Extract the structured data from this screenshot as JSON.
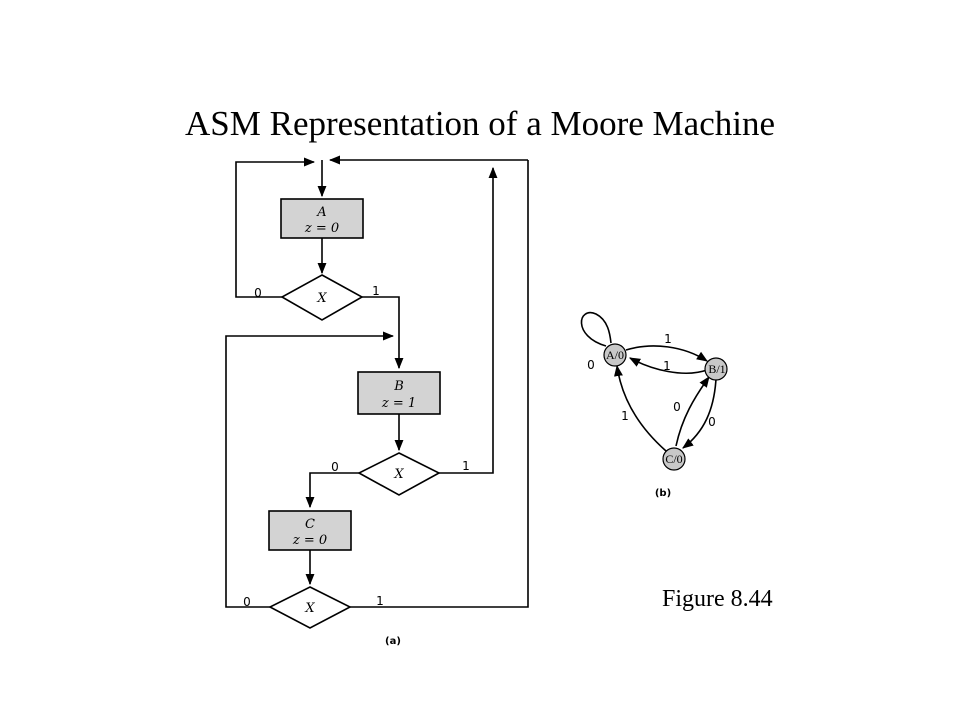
{
  "title": "ASM Representation of a Moore Machine",
  "caption": "Figure 8.44",
  "asm": {
    "sublabel": "(a)",
    "states": [
      {
        "name": "A",
        "output": "z = 0"
      },
      {
        "name": "B",
        "output": "z = 1"
      },
      {
        "name": "C",
        "output": "z = 0"
      }
    ],
    "decisions": [
      {
        "cond": "X",
        "false_label": "0",
        "true_label": "1"
      },
      {
        "cond": "X",
        "false_label": "0",
        "true_label": "1"
      },
      {
        "cond": "X",
        "false_label": "0",
        "true_label": "1"
      }
    ]
  },
  "state_graph": {
    "sublabel": "(b)",
    "nodes": [
      "A/0",
      "B/1",
      "C/0"
    ],
    "edge_labels": {
      "a_self": "0",
      "a_to_b": "1",
      "b_to_a": "1",
      "b_to_c": "0",
      "c_to_b": "0",
      "c_to_a": "1"
    }
  }
}
